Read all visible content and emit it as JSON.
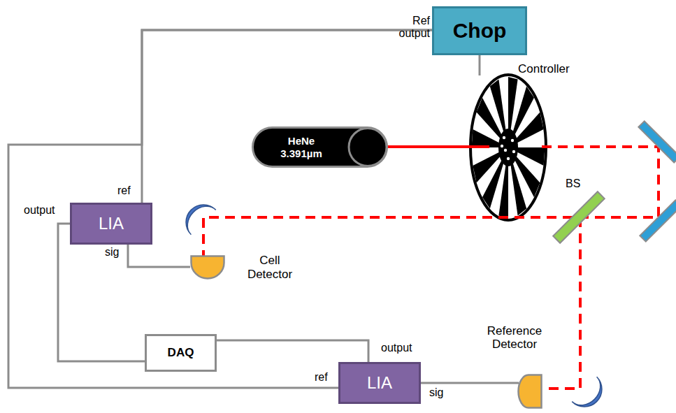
{
  "diagram": {
    "nodes": [
      {
        "text": [
          "Chop"
        ]
      },
      {
        "text": [
          "HeNe 3.391µm"
        ]
      },
      {
        "text": [
          "LIA"
        ]
      },
      {
        "text": [
          "Cell Detector"
        ]
      },
      {
        "text": [
          "DAQ"
        ]
      },
      {
        "text": [
          "LIA"
        ]
      },
      {
        "text": [
          "Reference Detector"
        ]
      }
    ],
    "edges": [
      {
        "from": 0,
        "to": 2,
        "arrow": "none"
      },
      {
        "from": 0,
        "to": 5,
        "arrow": "none"
      },
      {
        "from": 3,
        "to": 2,
        "arrow": "none"
      },
      {
        "from": 2,
        "to": 4,
        "arrow": "none"
      },
      {
        "from": 5,
        "to": 4,
        "arrow": "none"
      },
      {
        "from": 6,
        "to": 5,
        "arrow": "none"
      }
    ],
    "labels": [
      "Ref output",
      "Controller",
      "BS",
      "ref",
      "output",
      "sig",
      "output",
      "ref",
      "sig"
    ]
  }
}
